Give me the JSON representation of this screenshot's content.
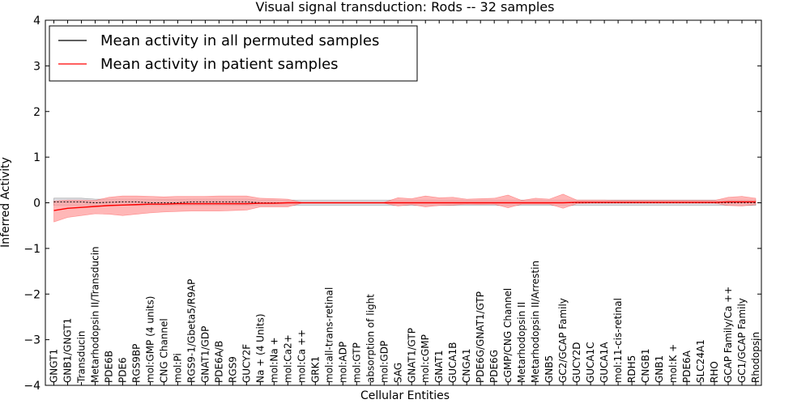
{
  "chart_data": {
    "type": "line",
    "title": "Visual signal transduction: Rods -- 32 samples",
    "xlabel": "Cellular Entities",
    "ylabel": "Inferred Activity",
    "ylim": [
      -4,
      4
    ],
    "yticks": [
      -4,
      -3,
      -2,
      -1,
      0,
      1,
      2,
      3,
      4
    ],
    "ytick_labels": [
      "−4",
      "−3",
      "−2",
      "−1",
      "0",
      "1",
      "2",
      "3",
      "4"
    ],
    "grid": false,
    "legend_position": "top-left",
    "categories": [
      "GNGT1",
      "GNB1/GNGT1",
      "Transducin",
      "Metarhodopsin II/Transducin",
      "PDE6B",
      "PDE6",
      "RGS9BP",
      "mol:GMP (4 units)",
      "CNG Channel",
      "mol:Pi",
      "RGS9-1/Gbeta5/R9AP",
      "GNAT1/GDP",
      "PDE6A/B",
      "RGS9",
      "GUCY2F",
      "Na + (4 Units)",
      "mol:Na +",
      "mol:Ca2+",
      "mol:Ca ++",
      "GRK1",
      "mol:all-trans-retinal",
      "mol:ADP",
      "mol:GTP",
      "absorption of light",
      "mol:GDP",
      "SAG",
      "GNAT1/GTP",
      "mol:cGMP",
      "GNAT1",
      "GUCA1B",
      "CNGA1",
      "PDE6G/GNAT1/GTP",
      "PDE6G",
      "cGMP/CNG Channel",
      "Metarhodopsin II",
      "Metarhodopsin II/Arrestin",
      "GNB5",
      "GC2/GCAP Family",
      "GUCY2D",
      "GUCA1C",
      "GUCA1A",
      "mol:11-cis-retinal",
      "RDH5",
      "CNGB1",
      "GNB1",
      "mol:K +",
      "PDE6A",
      "SLC24A1",
      "RHO",
      "GCAP Family/Ca ++",
      "GC1/GCAP Family",
      "Rhodopsin"
    ],
    "series": [
      {
        "name": "Mean activity in all permuted samples",
        "color": "#000000",
        "band_color": "#c8c8d0",
        "values": [
          0.02,
          0.02,
          0.02,
          0.0,
          0.01,
          0.02,
          0.02,
          0.0,
          0.0,
          0.0,
          0.02,
          0.02,
          0.02,
          0.02,
          0.02,
          0.0,
          0.0,
          0.0,
          0.0,
          0.0,
          0.0,
          0.0,
          0.0,
          0.0,
          0.0,
          0.0,
          0.0,
          0.0,
          0.0,
          0.0,
          0.0,
          0.0,
          0.0,
          0.0,
          0.0,
          0.0,
          0.0,
          0.0,
          0.0,
          0.0,
          0.0,
          0.0,
          0.0,
          0.0,
          0.0,
          0.0,
          0.0,
          0.0,
          0.0,
          0.0,
          0.0,
          0.0
        ],
        "lower": [
          -0.06,
          -0.06,
          -0.06,
          -0.06,
          -0.06,
          -0.06,
          -0.06,
          -0.06,
          -0.06,
          -0.06,
          -0.06,
          -0.06,
          -0.06,
          -0.06,
          -0.06,
          -0.06,
          -0.06,
          -0.06,
          -0.06,
          -0.06,
          -0.06,
          -0.06,
          -0.06,
          -0.06,
          -0.06,
          -0.06,
          -0.06,
          -0.06,
          -0.06,
          -0.06,
          -0.06,
          -0.06,
          -0.06,
          -0.06,
          -0.06,
          -0.06,
          -0.06,
          -0.06,
          -0.06,
          -0.06,
          -0.06,
          -0.06,
          -0.06,
          -0.06,
          -0.06,
          -0.06,
          -0.06,
          -0.06,
          -0.06,
          -0.06,
          -0.06,
          -0.06
        ],
        "upper": [
          0.1,
          0.1,
          0.1,
          0.08,
          0.08,
          0.08,
          0.08,
          0.07,
          0.07,
          0.07,
          0.08,
          0.08,
          0.08,
          0.08,
          0.08,
          0.06,
          0.06,
          0.06,
          0.06,
          0.06,
          0.06,
          0.06,
          0.06,
          0.06,
          0.06,
          0.06,
          0.06,
          0.06,
          0.06,
          0.06,
          0.06,
          0.06,
          0.06,
          0.06,
          0.06,
          0.06,
          0.06,
          0.06,
          0.06,
          0.06,
          0.06,
          0.06,
          0.06,
          0.06,
          0.06,
          0.06,
          0.06,
          0.06,
          0.06,
          0.06,
          0.06,
          0.06
        ]
      },
      {
        "name": "Mean activity in patient samples",
        "color": "#ff0000",
        "band_color": "#ff9f9f",
        "values": [
          -0.17,
          -0.12,
          -0.1,
          -0.08,
          -0.06,
          -0.05,
          -0.04,
          -0.03,
          -0.03,
          -0.02,
          -0.02,
          -0.02,
          -0.02,
          -0.02,
          -0.02,
          -0.01,
          -0.01,
          0.0,
          0.0,
          0.0,
          0.0,
          0.0,
          0.0,
          0.0,
          0.0,
          0.0,
          0.0,
          0.0,
          0.0,
          0.0,
          0.0,
          0.0,
          0.0,
          0.0,
          0.0,
          0.0,
          0.0,
          0.0,
          0.01,
          0.01,
          0.01,
          0.01,
          0.01,
          0.01,
          0.01,
          0.01,
          0.01,
          0.01,
          0.01,
          0.02,
          0.02,
          0.02
        ],
        "lower": [
          -0.42,
          -0.32,
          -0.28,
          -0.24,
          -0.25,
          -0.28,
          -0.25,
          -0.22,
          -0.2,
          -0.19,
          -0.18,
          -0.18,
          -0.18,
          -0.17,
          -0.16,
          -0.09,
          -0.09,
          -0.09,
          -0.01,
          -0.01,
          -0.01,
          -0.01,
          -0.01,
          -0.01,
          -0.01,
          -0.07,
          -0.04,
          -0.09,
          -0.06,
          -0.05,
          -0.03,
          -0.04,
          -0.03,
          -0.11,
          -0.03,
          -0.03,
          -0.03,
          -0.12,
          -0.02,
          -0.01,
          -0.01,
          -0.01,
          -0.01,
          -0.01,
          -0.01,
          -0.01,
          -0.01,
          -0.01,
          -0.01,
          -0.06,
          -0.07,
          -0.04
        ],
        "upper": [
          0.04,
          0.06,
          0.06,
          0.05,
          0.12,
          0.15,
          0.15,
          0.14,
          0.13,
          0.14,
          0.14,
          0.14,
          0.15,
          0.15,
          0.15,
          0.1,
          0.09,
          0.08,
          0.01,
          0.01,
          0.01,
          0.01,
          0.01,
          0.01,
          0.01,
          0.11,
          0.09,
          0.15,
          0.11,
          0.12,
          0.08,
          0.09,
          0.1,
          0.17,
          0.05,
          0.1,
          0.08,
          0.19,
          0.06,
          0.06,
          0.06,
          0.05,
          0.05,
          0.05,
          0.05,
          0.05,
          0.05,
          0.05,
          0.05,
          0.12,
          0.14,
          0.1
        ]
      }
    ]
  }
}
